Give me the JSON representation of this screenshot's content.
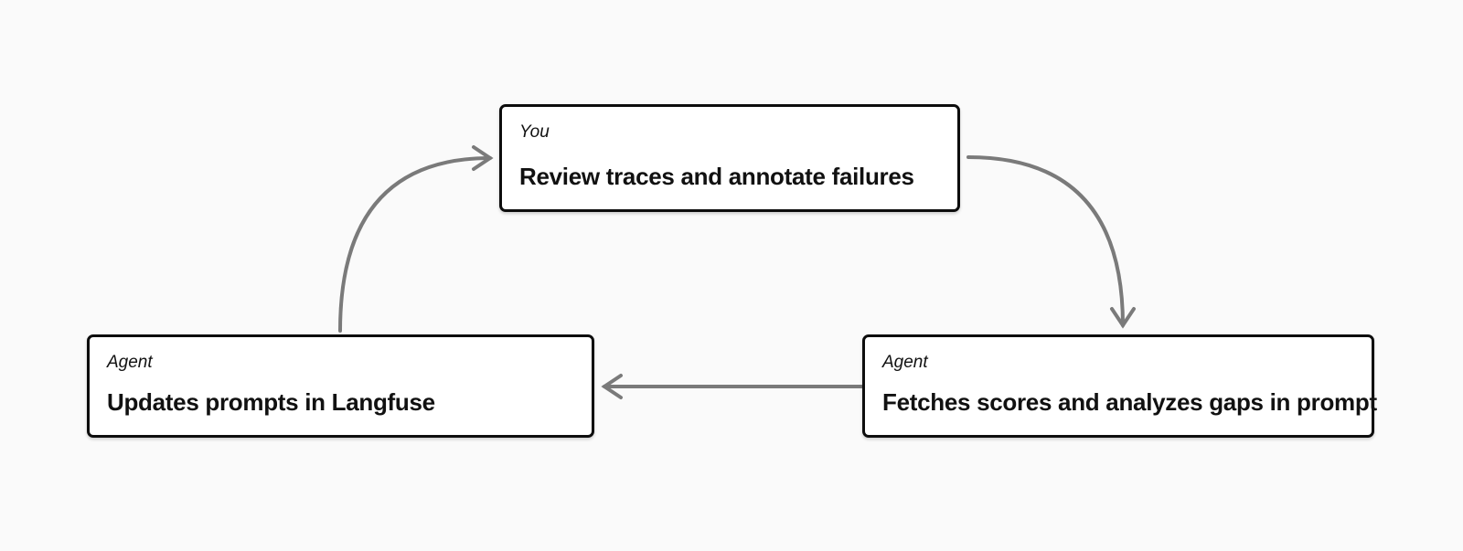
{
  "diagram": {
    "description": "Three-step cycle between a human and an agent around Langfuse prompt management"
  },
  "colors": {
    "bg": "#fafafa",
    "box_fill": "#ffffff",
    "box_border": "#0d0d0d",
    "arrow": "#7a7a7a",
    "text": "#111111"
  },
  "nodes": [
    {
      "id": "review",
      "actor": "You",
      "title": "Review traces and annotate failures"
    },
    {
      "id": "update",
      "actor": "Agent",
      "title": "Updates prompts in Langfuse"
    },
    {
      "id": "fetch",
      "actor": "Agent",
      "title": "Fetches scores and analyzes gaps in prompt"
    }
  ],
  "edges": [
    {
      "from": "update",
      "to": "review",
      "style": "curved"
    },
    {
      "from": "review",
      "to": "fetch",
      "style": "curved"
    },
    {
      "from": "fetch",
      "to": "update",
      "style": "straight"
    }
  ]
}
